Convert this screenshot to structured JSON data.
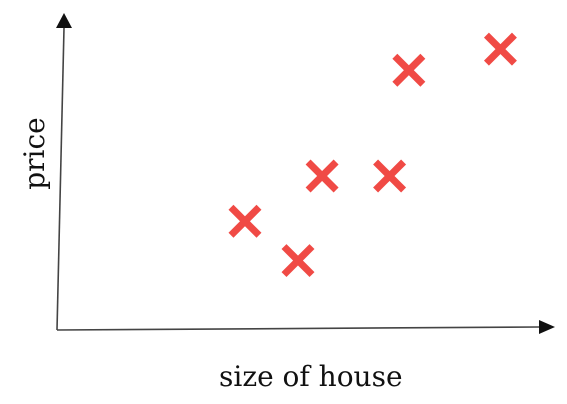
{
  "colors": {
    "axes": "#444444",
    "marker": "#f04a45"
  },
  "chart_data": {
    "type": "scatter",
    "title": "",
    "xlabel": "size of house",
    "ylabel": "price",
    "grid": false,
    "legend": "none",
    "series": [
      {
        "marker": "x",
        "color": "#f04a45",
        "points": [
          {
            "x": 0.39,
            "y": 0.36
          },
          {
            "x": 0.5,
            "y": 0.23
          },
          {
            "x": 0.55,
            "y": 0.51
          },
          {
            "x": 0.69,
            "y": 0.51
          },
          {
            "x": 0.73,
            "y": 0.86
          },
          {
            "x": 0.92,
            "y": 0.93
          }
        ]
      }
    ]
  }
}
